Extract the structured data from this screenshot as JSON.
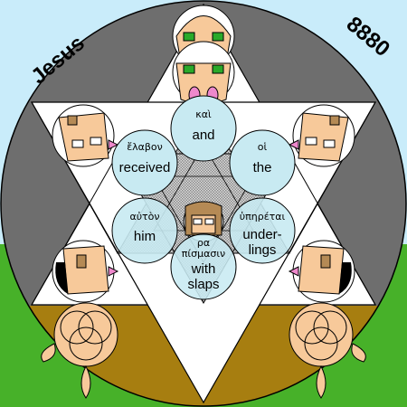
{
  "corner_labels": {
    "name": "Jesus",
    "number": "8880"
  },
  "colors": {
    "sky": "#c9ecfa",
    "grass": "#47b129",
    "ground": "#a77e10",
    "dark_ring": "#6e6e6e",
    "hatched": "#9e9e9e",
    "white": "#ffffff",
    "bubble": "#c8eaf2",
    "skin": "#f7c99a",
    "hair": "#b58a55",
    "green": "#2aaa2a",
    "pink": "#ee88cc",
    "dark": "#000000"
  },
  "words": [
    {
      "greek": "καὶ",
      "english": "and"
    },
    {
      "greek": "ἔλαβον",
      "english": "received"
    },
    {
      "greek": "οἱ",
      "english": "the"
    },
    {
      "greek": "αὐτὸν",
      "english": "him"
    },
    {
      "greek": "ὑπηρέται",
      "english": "under-",
      "english2": "lings"
    },
    {
      "greek": "ρα",
      "greek2": "πίσμασιν",
      "english": "with",
      "english2": "slaps"
    }
  ],
  "icons": {
    "figure": "person-face-icon",
    "flower": "flower-icon"
  }
}
